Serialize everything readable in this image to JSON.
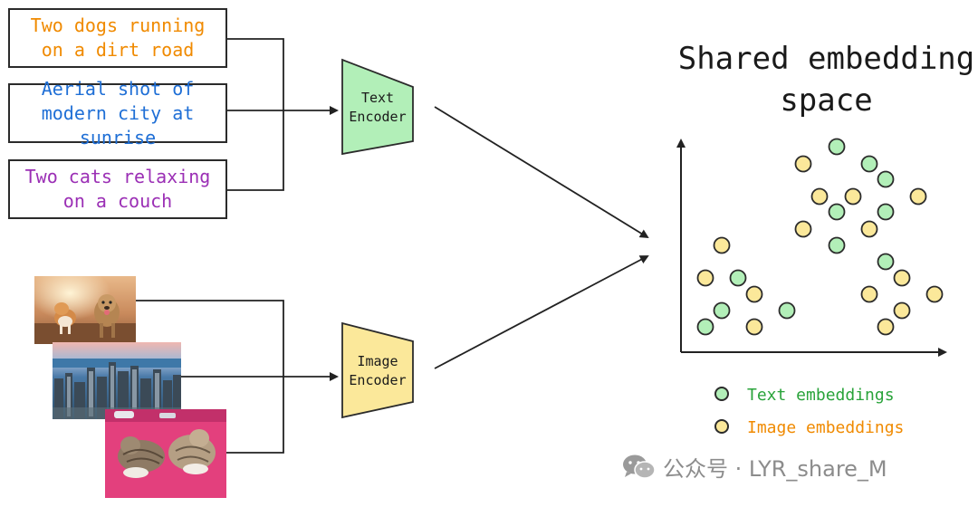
{
  "captions": [
    {
      "text": "Two dogs running on a dirt road",
      "color": "#f08a00"
    },
    {
      "text": "Aerial shot of modern city at sunrise",
      "color": "#1f6fd6"
    },
    {
      "text": "Two cats relaxing on a couch",
      "color": "#9b2fb5"
    }
  ],
  "encoders": {
    "text": {
      "label": "Text Encoder",
      "color": "#b2efb8"
    },
    "image": {
      "label": "Image Encoder",
      "color": "#fbe89a"
    }
  },
  "title": "Shared embedding space",
  "legend": {
    "text": {
      "label": "Text embeddings",
      "color": "#29a33a",
      "dot": "#b2efb8"
    },
    "image": {
      "label": "Image embeddings",
      "color": "#f08a00",
      "dot": "#fbe89a"
    }
  },
  "watermark": "公众号 · LYR_share_M",
  "watermark_icon": "wechat-icon",
  "photos": [
    "dogs-photo",
    "city-photo",
    "cats-photo"
  ]
}
